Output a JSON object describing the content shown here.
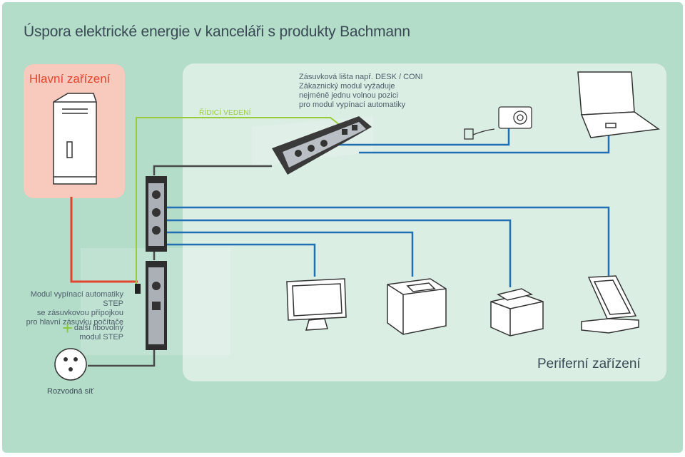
{
  "title": "Úspora elektrické energie v kanceláři s produkty Bachmann",
  "main_device": {
    "title": "Hlavní zařízení"
  },
  "control_line": {
    "label": "ŘÍDICÍ VEDENÍ"
  },
  "desk_note": {
    "lines": [
      "Zásuvková lišta např. DESK / CONI",
      "Zákaznický modul vyžaduje",
      "nejméně jednu volnou pozici",
      "pro modul vypínací automatiky"
    ]
  },
  "step_note": {
    "lines": [
      "Modul vypínací automatiky STEP",
      "se zásuvkovou přípojkou",
      "pro hlavní zásuvku počítače"
    ]
  },
  "extra_note": {
    "symbol": "+",
    "lines": [
      "další libovolný",
      "modul STEP"
    ]
  },
  "mains": {
    "label": "Rozvodná síť"
  },
  "peripherals": {
    "title": "Periferní zařízení"
  },
  "colors": {
    "background": "#b3dcc9",
    "main_box": "#f8c9bd",
    "peripheral_box": "#dbeee4",
    "red_line": "#e2452d",
    "green_line": "#9acb3c",
    "blue_line": "#1f6fb2",
    "dark_line": "#4a4a4a"
  },
  "icons": [
    "tower-pc-icon",
    "desk-power-strip-icon",
    "phone-charger-icon",
    "camera-icon",
    "laptop-icon",
    "step-power-module-icon",
    "monitor-icon",
    "printer-icon",
    "copier-icon",
    "scanner-icon",
    "wall-socket-icon"
  ]
}
